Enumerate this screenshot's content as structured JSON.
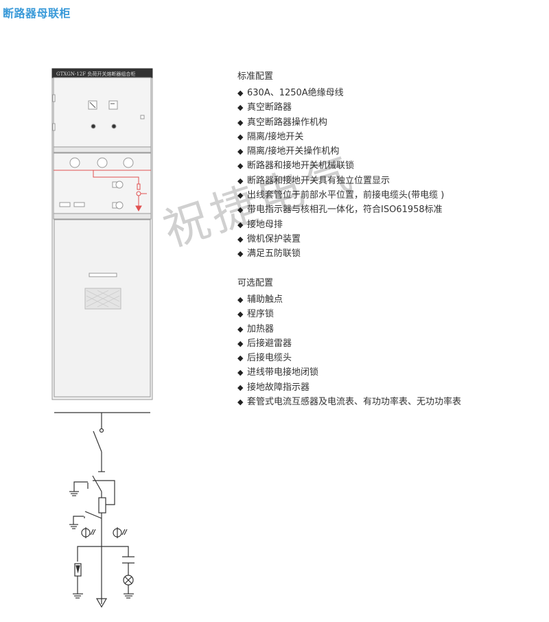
{
  "title": "断路器母联柜",
  "cabinet": {
    "nameplate": "GTXGN-12F    负荷开关熔断器组合柜"
  },
  "standard": {
    "heading": "标准配置",
    "items": [
      "630A、1250A绝缘母线",
      "真空断路器",
      "真空断路器操作机构",
      "隔离/接地开关",
      "隔离/接地开关操作机构",
      "断路器和接地开关机械联锁",
      "断路器和接地开关具有独立位置显示",
      "出线套管位于前部水平位置，前接电缆头(带电缆 )",
      "带电指示器与核相孔一体化，符合ISO61958标准",
      "接地母排",
      "微机保护装置",
      "满足五防联锁"
    ]
  },
  "optional": {
    "heading": "可选配置",
    "items": [
      "辅助触点",
      "程序锁",
      "加热器",
      "后接避雷器",
      "后接电缆头",
      "进线带电接地闭锁",
      "接地故障指示器",
      "套管式电流互感器及电流表、有功功率表、无功功率表"
    ]
  },
  "watermark": "祝捷电气",
  "colors": {
    "title": "#3a9ad9",
    "mimic": "#e05050"
  }
}
